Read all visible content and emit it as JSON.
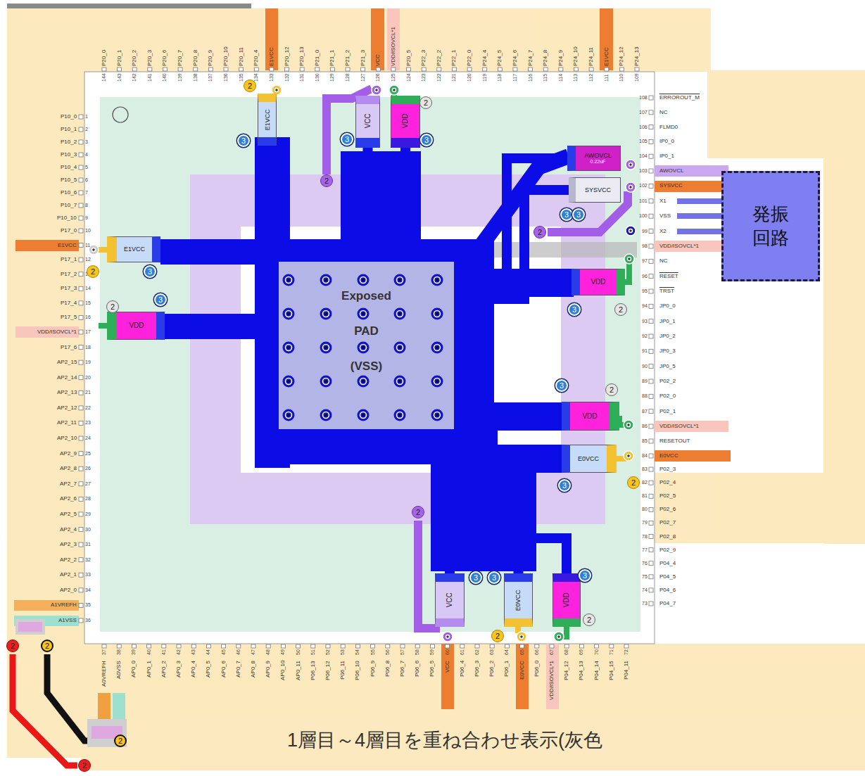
{
  "diagram": {
    "caption": "1層目～4層目を重ね合わせ表示(灰色",
    "nodes": [
      {
        "text": [
          "E1VCC"
        ]
      },
      {
        "text": [
          "VCC"
        ]
      },
      {
        "text": [
          "VDD"
        ]
      },
      {
        "text": [
          "AWOVCL",
          "0.22uF"
        ]
      },
      {
        "text": [
          "SYSVCC"
        ]
      },
      {
        "text": [
          "E1VCC"
        ]
      },
      {
        "text": [
          "VDD"
        ]
      },
      {
        "text": [
          "VDD"
        ]
      },
      {
        "text": [
          "VDD"
        ]
      },
      {
        "text": [
          "E0VCC"
        ]
      },
      {
        "text": [
          "VCC"
        ]
      },
      {
        "text": [
          "E0VCC"
        ]
      },
      {
        "text": [
          "VDD"
        ]
      },
      {
        "text": [
          "Exposed PAD (VSS)"
        ]
      },
      {
        "text": [
          "発振 回路"
        ]
      }
    ],
    "edges": [
      {
        "from": 0,
        "to": 13,
        "arrow": "none"
      },
      {
        "from": 1,
        "to": 13,
        "arrow": "none"
      },
      {
        "from": 2,
        "to": 13,
        "arrow": "none"
      },
      {
        "from": 3,
        "to": 13,
        "arrow": "none"
      },
      {
        "from": 4,
        "to": 13,
        "arrow": "none"
      },
      {
        "from": 5,
        "to": 13,
        "arrow": "none"
      },
      {
        "from": 6,
        "to": 13,
        "arrow": "none"
      },
      {
        "from": 7,
        "to": 13,
        "arrow": "none"
      },
      {
        "from": 8,
        "to": 13,
        "arrow": "none"
      },
      {
        "from": 9,
        "to": 13,
        "arrow": "none"
      },
      {
        "from": 10,
        "to": 13,
        "arrow": "none"
      },
      {
        "from": 11,
        "to": 13,
        "arrow": "none"
      },
      {
        "from": 12,
        "to": 13,
        "arrow": "none"
      }
    ],
    "labels": [
      "P10_0",
      "P10_1",
      "P10_2",
      "P10_3",
      "P10_4",
      "P10_5",
      "P10_6",
      "P10_7",
      "P10_10",
      "P17_0",
      "E1VCC",
      "P17_1",
      "P17_2",
      "P17_3",
      "P17_4",
      "P17_5",
      "VDD/ISOVCL*1",
      "P17_6",
      "AP2_15",
      "AP2_14",
      "AP2_13",
      "AP2_12",
      "AP2_11",
      "AP2_10",
      "AP2_9",
      "AP2_8",
      "AP2_7",
      "AP2_6",
      "AP2_5",
      "AP2_4",
      "AP2_3",
      "AP2_2",
      "AP2_1",
      "AP2_0",
      "A1VREFH",
      "A1VSS",
      "A0VREFH",
      "A0VSS",
      "AP0_0",
      "AP0_1",
      "AP0_2",
      "AP0_3",
      "AP0_4",
      "AP0_5",
      "AP0_6",
      "AP0_7",
      "AP0_8",
      "AP0_9",
      "AP0_10",
      "AP0_11",
      "P06_13",
      "P06_12",
      "P06_11",
      "P06_10",
      "P06_9",
      "P06_8",
      "P06_7",
      "P06_6",
      "P06_5",
      "VCC",
      "P06_4",
      "P06_3",
      "P06_2",
      "P06_1",
      "E0VCC",
      "P06_0",
      "VDD/ISOVCL*1",
      "P04_12",
      "P04_13",
      "P04_14",
      "P04_15",
      "P04_11",
      "P04_7",
      "P04_6",
      "P04_5",
      "P04_4",
      "P02_9",
      "P02_8",
      "P02_7",
      "P02_6",
      "P02_5",
      "P02_4",
      "P02_3",
      "E0VCC",
      "RESETOUT",
      "VDD/ISOVCL*1",
      "P02_1",
      "P02_0",
      "P02_2",
      "JP0_5",
      "JP0_3",
      "JP0_2",
      "JP0_1",
      "JP0_0",
      "TRST",
      "RESET",
      "NC",
      "VDD/ISOVCL*1",
      "X2",
      "VSS",
      "X1",
      "SYSVCC",
      "AWOVCL",
      "IP0_1",
      "IP0_0",
      "FLMD0",
      "NC",
      "ERROROUT_M",
      "P24_13",
      "P24_12",
      "E1VCC",
      "P24_11",
      "P24_10",
      "P24_9",
      "P24_8",
      "P24_7",
      "P24_6",
      "P24_5",
      "P24_4",
      "P22_0",
      "P22_1",
      "P22_2",
      "P22_3",
      "P20_5",
      "VDD/ISOVCL*1",
      "VCC",
      "P21_3",
      "P21_2",
      "P21_1",
      "P21_0",
      "P20_13",
      "P20_12",
      "E1VCC",
      "P20_4",
      "P20_11",
      "P20_10",
      "P20_9",
      "P20_8",
      "P20_7",
      "P20_6",
      "P20_3",
      "P20_2",
      "P20_1",
      "P20_0",
      "1",
      "2",
      "3",
      "4",
      "5",
      "6",
      "7",
      "8",
      "9",
      "10",
      "11",
      "12",
      "13",
      "14",
      "15",
      "16",
      "17",
      "18",
      "19",
      "20",
      "21",
      "22",
      "23",
      "24",
      "25",
      "26",
      "27",
      "28",
      "29",
      "30",
      "31",
      "32",
      "33",
      "34",
      "35",
      "36",
      "37",
      "38",
      "39",
      "40",
      "41",
      "42",
      "43",
      "44",
      "45",
      "46",
      "47",
      "48",
      "49",
      "50",
      "51",
      "52",
      "53",
      "54",
      "55",
      "56",
      "57",
      "58",
      "59",
      "60",
      "61",
      "62",
      "63",
      "64",
      "65",
      "66",
      "67",
      "68",
      "69",
      "70",
      "71",
      "72",
      "73",
      "74",
      "75",
      "76",
      "77",
      "78",
      "79",
      "80",
      "81",
      "82",
      "83",
      "84",
      "85",
      "86",
      "87",
      "88",
      "89",
      "90",
      "91",
      "92",
      "93",
      "94",
      "95",
      "96",
      "97",
      "98",
      "99",
      "100",
      "101",
      "102",
      "103",
      "104",
      "105",
      "106",
      "107",
      "108",
      "109",
      "110",
      "111",
      "112",
      "113",
      "114",
      "115",
      "116",
      "117",
      "118",
      "119",
      "120",
      "121",
      "122",
      "123",
      "124",
      "125",
      "126",
      "127",
      "128",
      "129",
      "130",
      "131",
      "132",
      "133",
      "134",
      "135",
      "136",
      "137",
      "138",
      "139",
      "140",
      "141",
      "142",
      "143",
      "144",
      "2",
      "3",
      "2",
      "3",
      "2",
      "3",
      "3",
      "3",
      "2",
      "3",
      "2",
      "3",
      "2",
      "3",
      "2",
      "2",
      "3",
      "3",
      "3",
      "2",
      "2",
      "2",
      "3",
      "2",
      "3",
      "2",
      "2",
      "2",
      "2"
    ]
  }
}
